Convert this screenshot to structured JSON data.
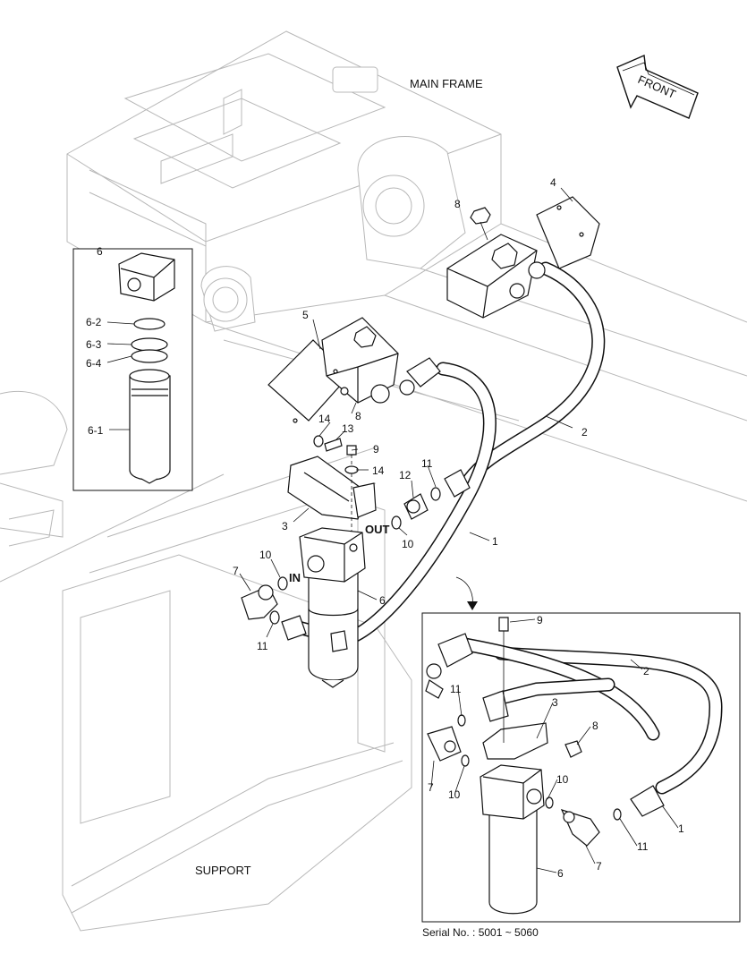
{
  "labels": {
    "main_frame": "MAIN FRAME",
    "front": "FRONT",
    "support": "SUPPORT",
    "in": "IN",
    "out": "OUT",
    "serial": "Serial No. : 5001 ~ 5060"
  },
  "callouts": {
    "p1": "1",
    "p2": "2",
    "p3": "3",
    "p4": "4",
    "p5": "5",
    "p6": "6",
    "p7": "7",
    "p8": "8",
    "p9": "9",
    "p10": "10",
    "p11": "11",
    "p12": "12",
    "p13": "13",
    "p14": "14",
    "p6_1": "6-1",
    "p6_2": "6-2",
    "p6_3": "6-3",
    "p6_4": "6-4"
  }
}
